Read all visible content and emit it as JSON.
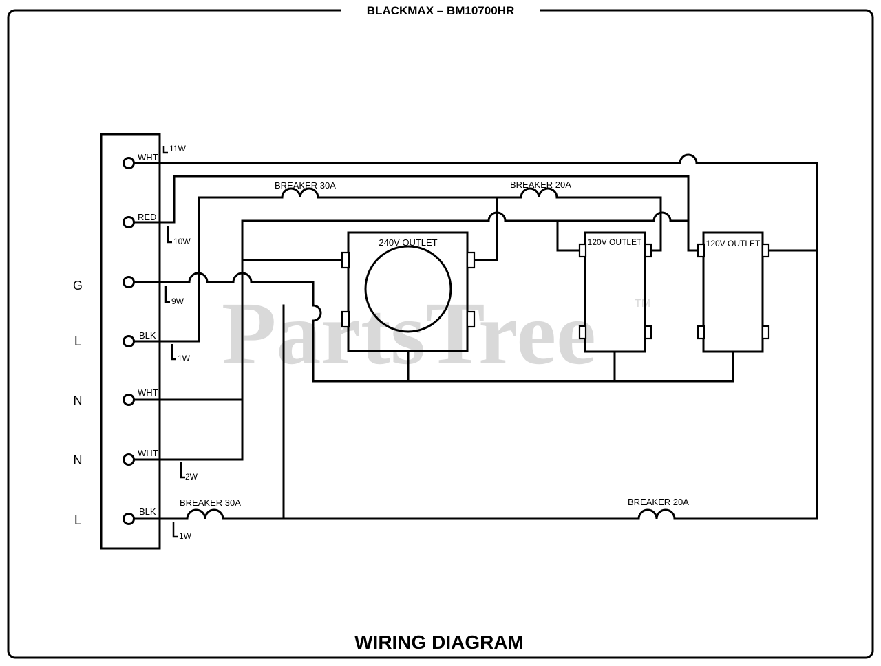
{
  "title": "BLACKMAX – BM10700HR",
  "footer": "WIRING DIAGRAM",
  "watermark": {
    "text": "PartsTree",
    "tm": "TM"
  },
  "terminals": [
    {
      "side": "",
      "wire": "WHT",
      "tag": "11W"
    },
    {
      "side": "",
      "wire": "RED",
      "tag": "10W"
    },
    {
      "side": "G",
      "wire": "",
      "tag": "9W"
    },
    {
      "side": "L",
      "wire": "BLK",
      "tag": "1W"
    },
    {
      "side": "N",
      "wire": "WHT",
      "tag": ""
    },
    {
      "side": "N",
      "wire": "WHT",
      "tag": "2W"
    },
    {
      "side": "L",
      "wire": "BLK",
      "tag": "1W"
    }
  ],
  "breakers": {
    "top_30a": "BREAKER 30A",
    "top_20a": "BREAKER 20A",
    "bottom_30a": "BREAKER 30A",
    "bottom_20a": "BREAKER 20A"
  },
  "outlets": {
    "outlet_240v": "240V OUTLET",
    "outlet_120v_a": "120V OUTLET",
    "outlet_120v_b": "120V OUTLET"
  }
}
